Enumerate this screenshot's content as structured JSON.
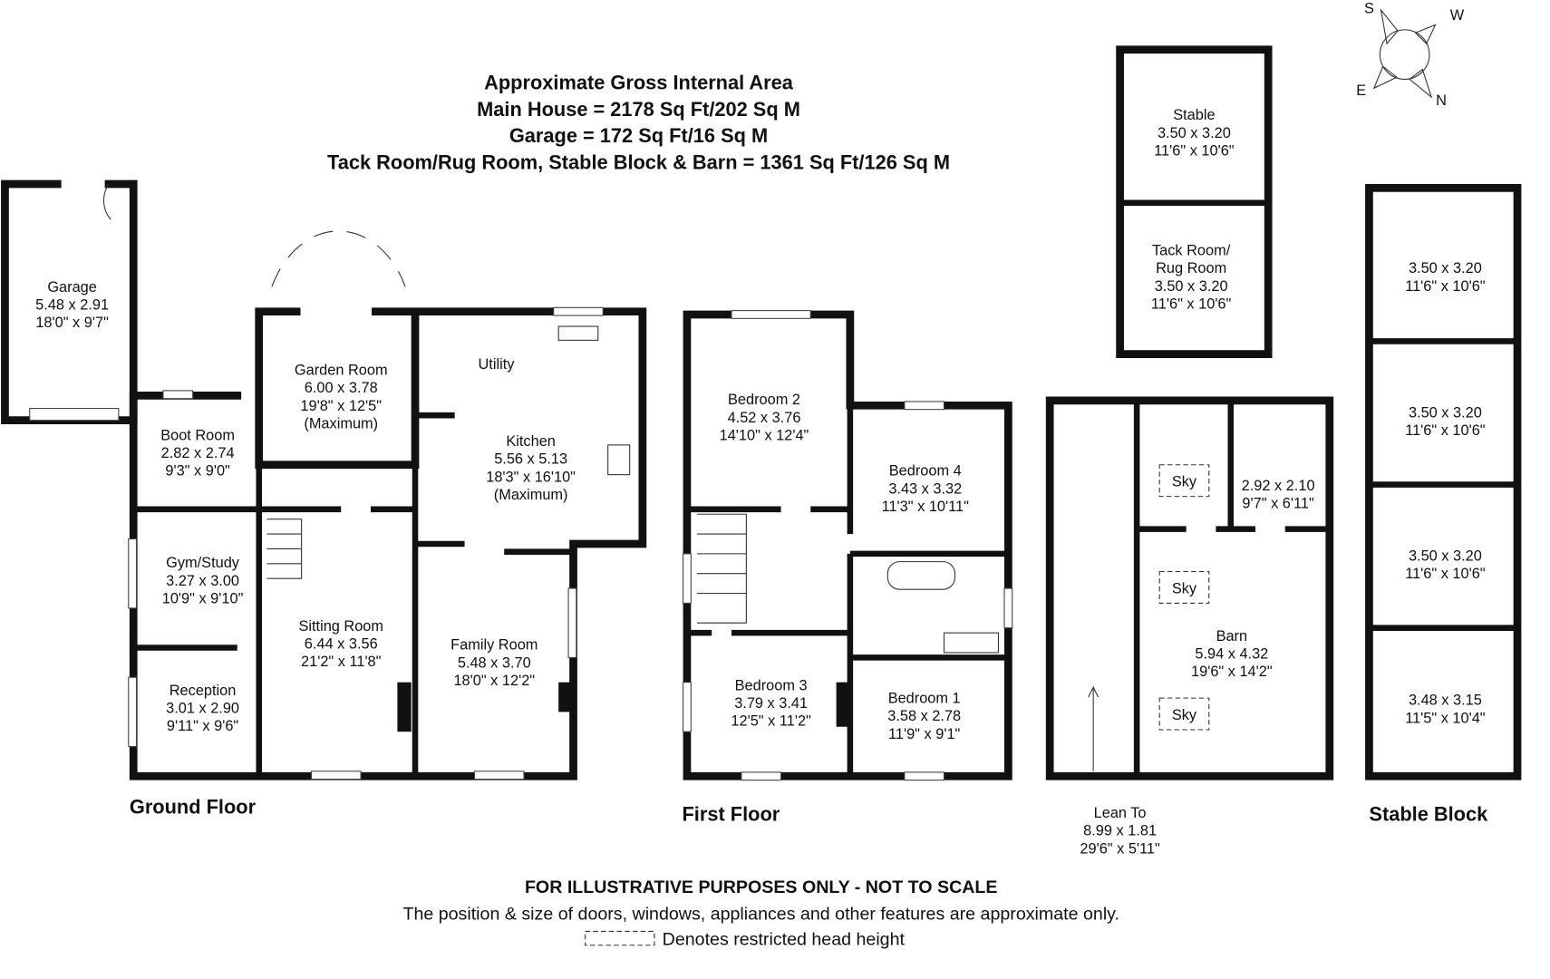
{
  "header": {
    "title": "Approximate Gross Internal Area",
    "main_house": "Main House = 2178 Sq Ft/202 Sq M",
    "garage": "Garage = 172 Sq Ft/16 Sq M",
    "outbuildings": "Tack Room/Rug Room, Stable Block & Barn = 1361 Sq Ft/126 Sq M"
  },
  "compass": {
    "s": "S",
    "w": "W",
    "e": "E",
    "n": "N"
  },
  "ground_floor": {
    "label": "Ground Floor",
    "garage": {
      "name": "Garage",
      "metric": "5.48 x 2.91",
      "imperial": "18'0\" x 9'7\""
    },
    "boot_room": {
      "name": "Boot Room",
      "metric": "2.82 x 2.74",
      "imperial": "9'3\" x 9'0\""
    },
    "garden_room": {
      "name": "Garden Room",
      "metric": "6.00 x 3.78",
      "imperial": "19'8\" x 12'5\"",
      "note": "(Maximum)"
    },
    "utility": {
      "name": "Utility"
    },
    "kitchen": {
      "name": "Kitchen",
      "metric": "5.56 x 5.13",
      "imperial": "18'3\" x 16'10\"",
      "note": "(Maximum)"
    },
    "gym_study": {
      "name": "Gym/Study",
      "metric": "3.27 x 3.00",
      "imperial": "10'9\" x 9'10\""
    },
    "sitting_room": {
      "name": "Sitting Room",
      "metric": "6.44 x 3.56",
      "imperial": "21'2\" x 11'8\""
    },
    "family_room": {
      "name": "Family Room",
      "metric": "5.48 x 3.70",
      "imperial": "18'0\" x 12'2\""
    },
    "reception": {
      "name": "Reception",
      "metric": "3.01 x 2.90",
      "imperial": "9'11\" x 9'6\""
    }
  },
  "first_floor": {
    "label": "First Floor",
    "bedroom2": {
      "name": "Bedroom 2",
      "metric": "4.52 x 3.76",
      "imperial": "14'10\" x 12'4\""
    },
    "bedroom4": {
      "name": "Bedroom 4",
      "metric": "3.43 x 3.32",
      "imperial": "11'3\" x 10'11\""
    },
    "bedroom3": {
      "name": "Bedroom 3",
      "metric": "3.79 x 3.41",
      "imperial": "12'5\" x 11'2\""
    },
    "bedroom1": {
      "name": "Bedroom 1",
      "metric": "3.58 x 2.78",
      "imperial": "11'9\" x 9'1\""
    }
  },
  "outbuildings": {
    "stable": {
      "name": "Stable",
      "metric": "3.50 x 3.20",
      "imperial": "11'6\" x 10'6\""
    },
    "tack_room": {
      "name1": "Tack Room/",
      "name2": "Rug Room",
      "metric": "3.50 x 3.20",
      "imperial": "11'6\" x 10'6\""
    },
    "barn": {
      "name": "Barn",
      "metric": "5.94 x 4.32",
      "imperial": "19'6\" x 14'2\""
    },
    "barn_store": {
      "metric": "2.92 x 2.10",
      "imperial": "9'7\" x 6'11\""
    },
    "skylight_label": "Sky",
    "lean_to": {
      "name": "Lean To",
      "metric": "8.99 x 1.81",
      "imperial": "29'6\" x 5'11\""
    }
  },
  "stable_block": {
    "label": "Stable Block",
    "stalls": [
      {
        "metric": "3.50 x 3.20",
        "imperial": "11'6\" x 10'6\""
      },
      {
        "metric": "3.50 x 3.20",
        "imperial": "11'6\" x 10'6\""
      },
      {
        "metric": "3.50 x 3.20",
        "imperial": "11'6\" x 10'6\""
      },
      {
        "metric": "3.48 x 3.15",
        "imperial": "11'5\" x 10'4\""
      }
    ]
  },
  "footer": {
    "disclaimer": "FOR ILLUSTRATIVE PURPOSES ONLY - NOT TO SCALE",
    "note": "The position & size of doors, windows, appliances and other features are approximate only.",
    "legend": "Denotes restricted head height"
  }
}
